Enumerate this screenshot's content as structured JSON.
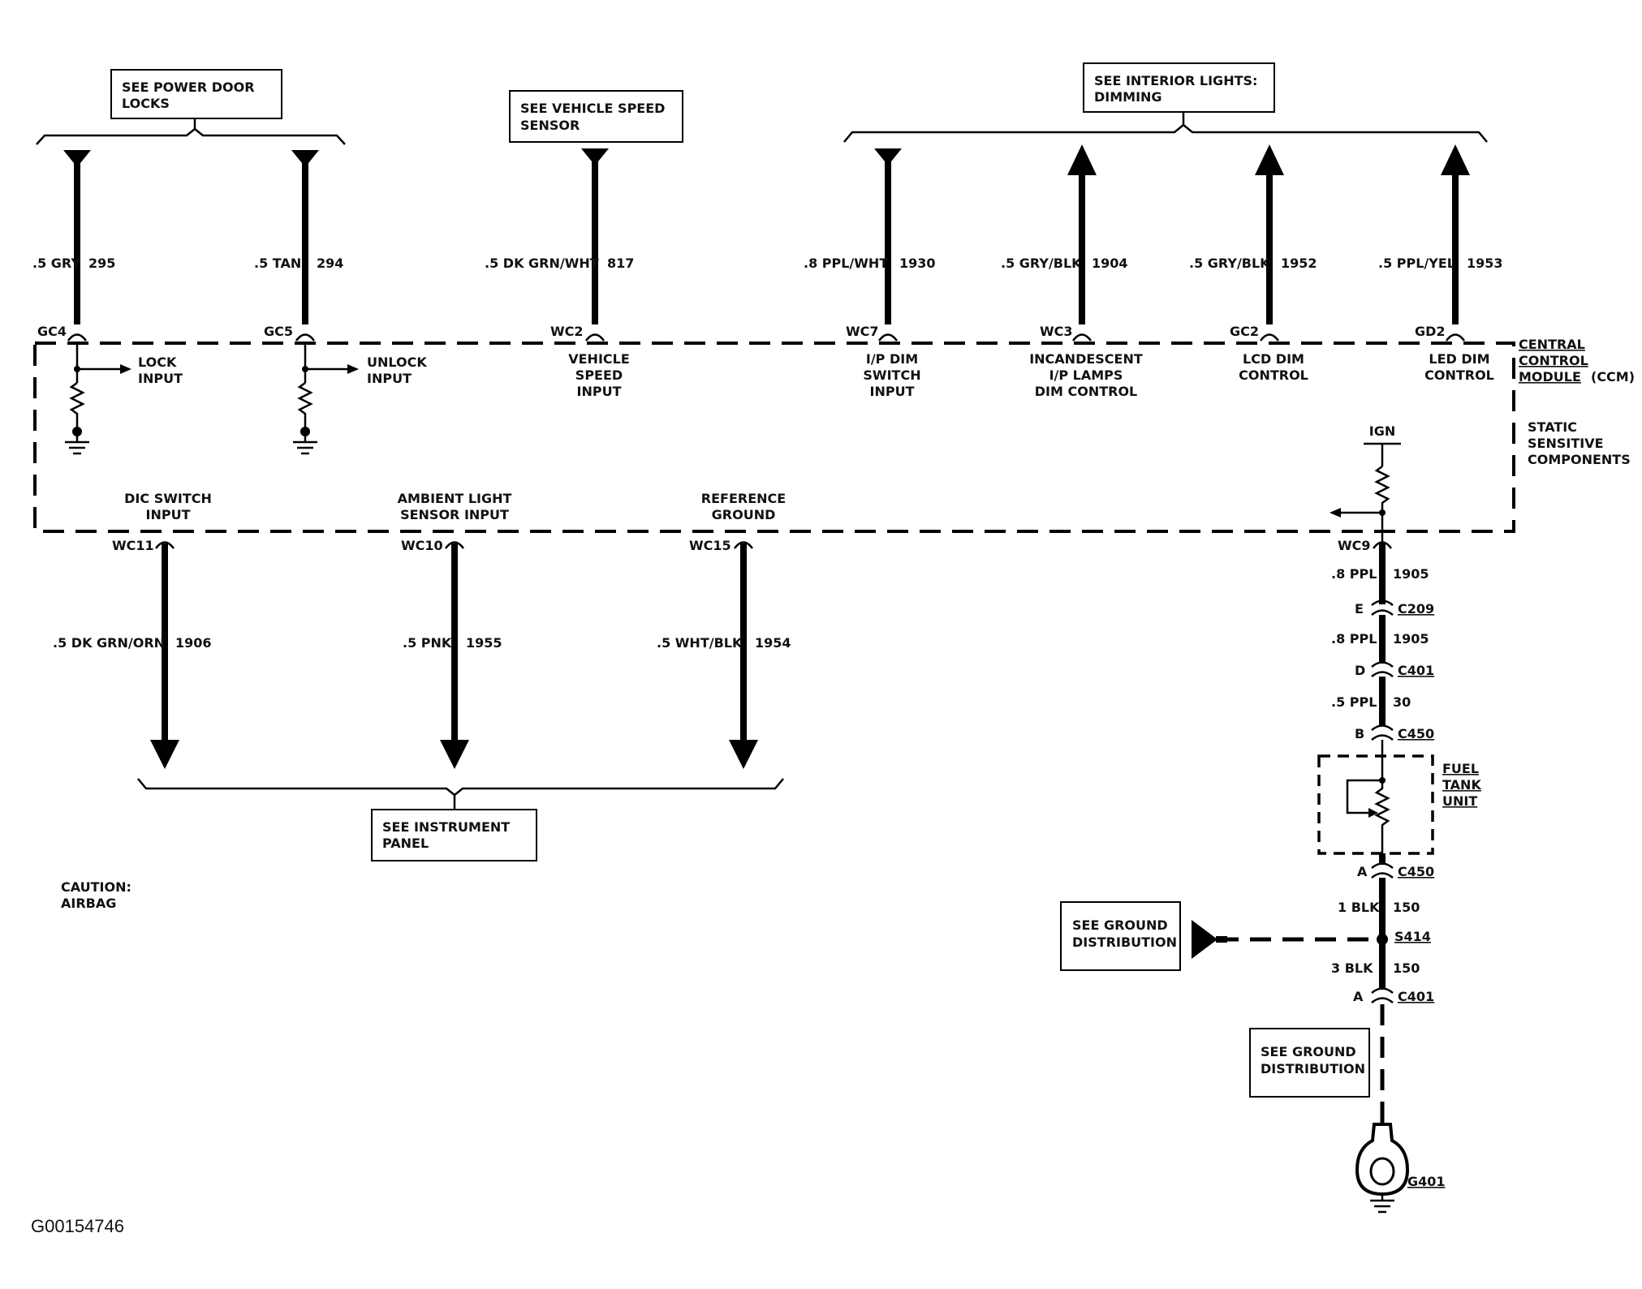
{
  "boxes": {
    "power_door_locks": [
      "SEE POWER DOOR",
      "LOCKS"
    ],
    "vehicle_speed_sensor": [
      "SEE VEHICLE SPEED",
      "SENSOR"
    ],
    "interior_lights": [
      "SEE INTERIOR LIGHTS:",
      "DIMMING"
    ],
    "instrument_panel": [
      "SEE INSTRUMENT",
      "PANEL"
    ],
    "ground_distribution_1": [
      "SEE GROUND",
      "DISTRIBUTION"
    ],
    "ground_distribution_2": [
      "SEE GROUND",
      "DISTRIBUTION"
    ]
  },
  "module": {
    "name": [
      "CENTRAL",
      "CONTROL",
      "MODULE"
    ],
    "name_suffix": "(CCM)",
    "static_note": [
      "STATIC",
      "SENSITIVE",
      "COMPONENTS"
    ],
    "ign_label": "IGN"
  },
  "top_circuits": [
    {
      "wire": ".5 GRY",
      "circuit": "295",
      "pin": "GC4",
      "function": [
        "LOCK",
        "INPUT"
      ]
    },
    {
      "wire": ".5 TAN",
      "circuit": "294",
      "pin": "GC5",
      "function": [
        "UNLOCK",
        "INPUT"
      ]
    },
    {
      "wire": ".5 DK GRN/WHT",
      "circuit": "817",
      "pin": "WC2",
      "function": [
        "VEHICLE",
        "SPEED",
        "INPUT"
      ]
    },
    {
      "wire": ".8 PPL/WHT",
      "circuit": "1930",
      "pin": "WC7",
      "function": [
        "I/P DIM",
        "SWITCH",
        "INPUT"
      ]
    },
    {
      "wire": ".5 GRY/BLK",
      "circuit": "1904",
      "pin": "WC3",
      "function": [
        "INCANDESCENT",
        "I/P LAMPS",
        "DIM CONTROL"
      ]
    },
    {
      "wire": ".5 GRY/BLK",
      "circuit": "1952",
      "pin": "GC2",
      "function": [
        "LCD DIM",
        "CONTROL"
      ]
    },
    {
      "wire": ".5 PPL/YEL",
      "circuit": "1953",
      "pin": "GD2",
      "function": [
        "LED DIM",
        "CONTROL"
      ]
    }
  ],
  "bottom_circuits": [
    {
      "wire": ".5 DK GRN/ORN",
      "circuit": "1906",
      "pin": "WC11",
      "function": [
        "DIC SWITCH",
        "INPUT"
      ]
    },
    {
      "wire": ".5 PNK",
      "circuit": "1955",
      "pin": "WC10",
      "function": [
        "AMBIENT LIGHT",
        "SENSOR INPUT"
      ]
    },
    {
      "wire": ".5 WHT/BLK",
      "circuit": "1954",
      "pin": "WC15",
      "function": [
        "REFERENCE",
        "GROUND"
      ]
    }
  ],
  "ground_path": {
    "pin": "WC9",
    "segments": [
      {
        "wire": ".8 PPL",
        "circuit": "1905"
      },
      {
        "wire": ".8 PPL",
        "circuit": "1905"
      },
      {
        "wire": ".5 PPL",
        "circuit": "30"
      },
      {
        "wire": "1 BLK",
        "circuit": "150"
      },
      {
        "wire": "3 BLK",
        "circuit": "150"
      }
    ],
    "connectors": [
      {
        "pin": "E",
        "name": "C209"
      },
      {
        "pin": "D",
        "name": "C401"
      },
      {
        "pin": "B",
        "name": "C450"
      },
      {
        "pin": "A",
        "name": "C450"
      },
      {
        "pin": "A",
        "name": "C401"
      }
    ],
    "fuel_tank_unit": [
      "FUEL",
      "TANK",
      "UNIT"
    ],
    "splice": "S414",
    "ground": "G401"
  },
  "caution": [
    "CAUTION:",
    "AIRBAG"
  ],
  "image_code": "G00154746"
}
